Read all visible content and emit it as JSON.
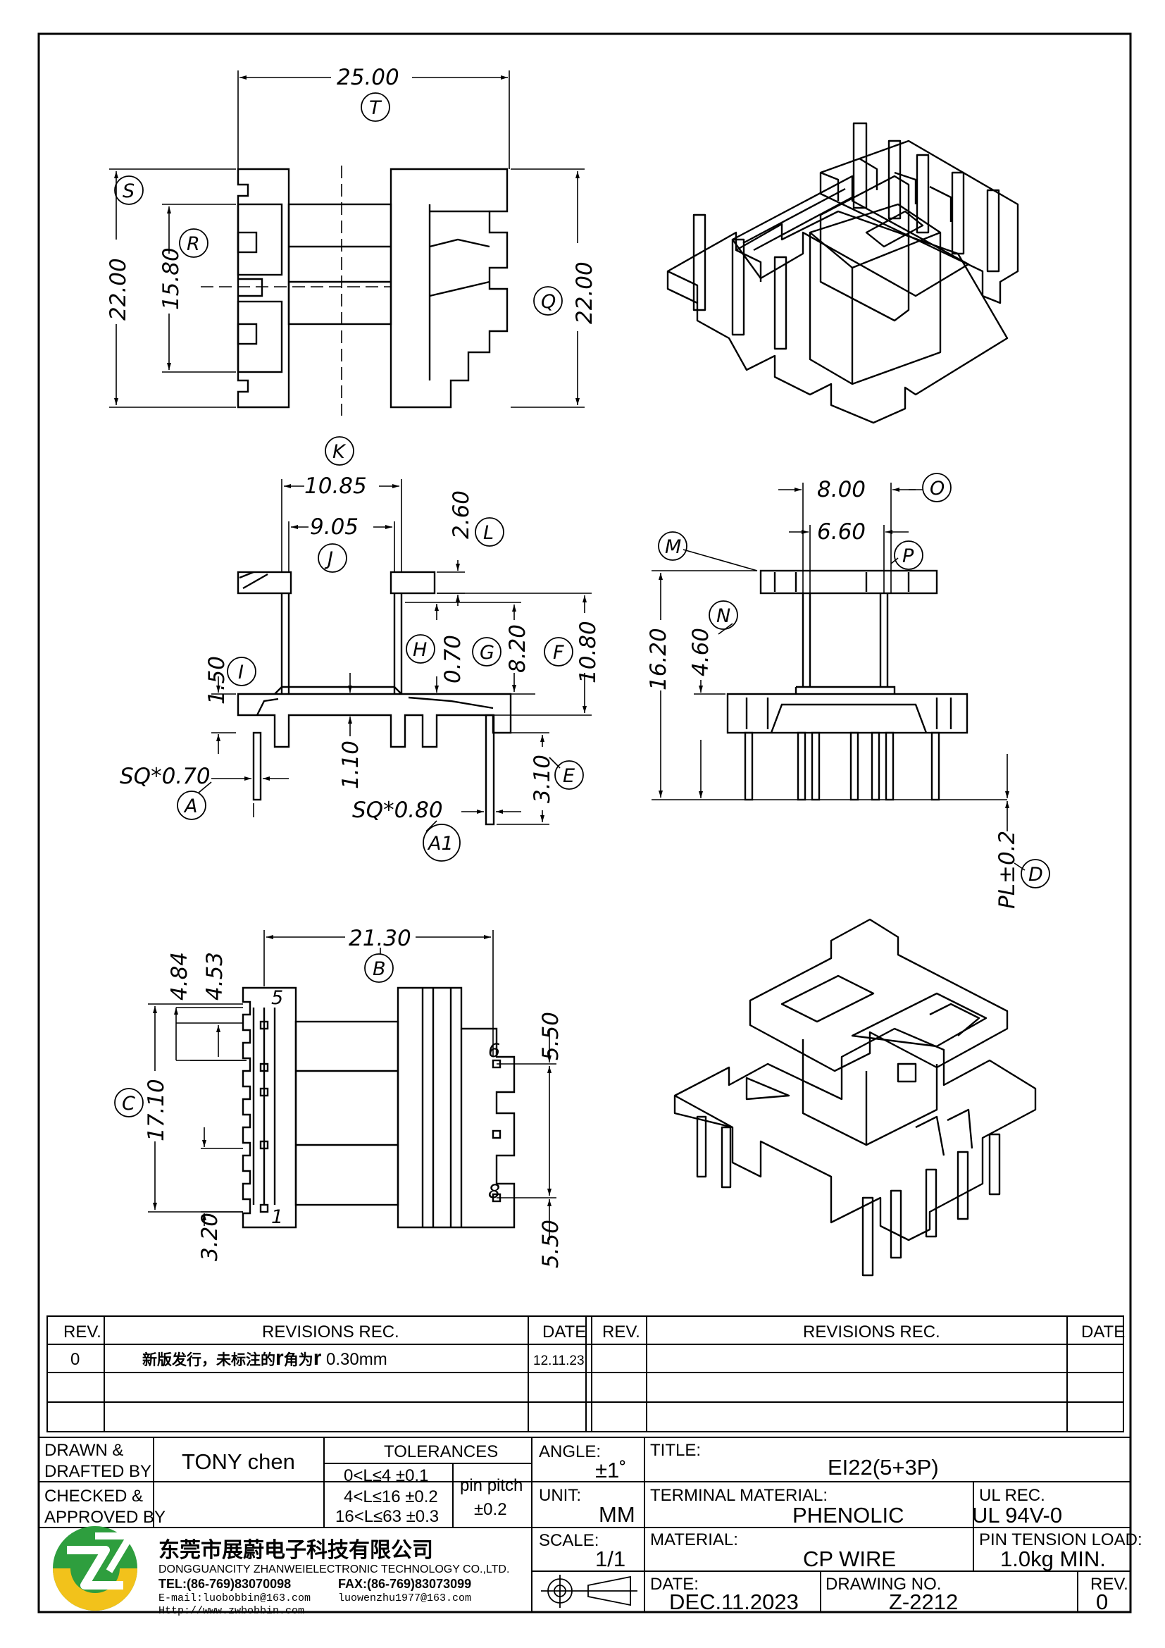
{
  "dimensions": {
    "top": {
      "T": "25.00",
      "S": "22.00",
      "R": "15.80",
      "Q": "22.00"
    },
    "front": {
      "K": "10.85",
      "J": "9.05",
      "L": "2.60",
      "H": "0.70",
      "G": "8.20",
      "F": "10.80",
      "I": "1.50",
      "mid": "1.10",
      "E": "3.10",
      "A": "SQ*0.70",
      "A1": "SQ*0.80"
    },
    "side": {
      "O": "8.00",
      "P": "6.60",
      "M": "16.20",
      "N": "4.60",
      "D": "PL±0.2"
    },
    "bottom": {
      "B": "21.30",
      "a": "4.84",
      "b": "4.53",
      "C": "17.10",
      "c": "3.20",
      "d1": "5.50",
      "d2": "5.50"
    }
  },
  "labels": [
    "T",
    "S",
    "R",
    "Q",
    "K",
    "L",
    "J",
    "H",
    "G",
    "F",
    "I",
    "A",
    "E",
    "A1",
    "O",
    "M",
    "P",
    "N",
    "D",
    "B",
    "C"
  ],
  "pins": {
    "p5": "5",
    "p6": "6",
    "p8": "8",
    "p1": "1"
  },
  "revisions": {
    "headers": {
      "rev": "REV.",
      "rec": "REVISIONS   REC.",
      "date": "DATE"
    },
    "rows": [
      {
        "rev": "0",
        "note_cn": "新版发行，未标注的",
        "r1": "r",
        "mid": "角为",
        "r2": "r",
        "value": " 0.30mm",
        "date": "12.11.23"
      }
    ]
  },
  "title_block": {
    "drawn_label": "DRAWN &",
    "drafted_label": "DRAFTED BY",
    "drawn_name": "TONY  chen",
    "checked_label": "CHECKED &",
    "approved_label": "APPROVED BY",
    "tolerances_label": "TOLERANCES",
    "tol1": "0<L≤4   ±0.1",
    "tol2": "4<L≤16  ±0.2",
    "tol3": "16<L≤63  ±0.3",
    "pin_pitch_label": "pin  pitch",
    "pin_pitch_value": "±0.2",
    "angle_label": "ANGLE:",
    "angle_value": "±1˚",
    "unit_label": "UNIT:",
    "unit_value": "MM",
    "scale_label": "SCALE:",
    "scale_value": "1/1",
    "title_label": "TITLE:",
    "title_value": "EI22(5+3P)",
    "terminal_label": "TERMINAL  MATERIAL:",
    "terminal_value": "PHENOLIC",
    "ul_label": "UL  REC.",
    "ul_value": "UL  94V-0",
    "material_label": "MATERIAL:",
    "material_value": "CP  WIRE",
    "pin_tension_label": "PIN  TENSION  LOAD:",
    "pin_tension_value": "1.0kg  MIN.",
    "date_label": "DATE:",
    "date_value": "DEC.11.2023",
    "drawing_no_label": "DRAWING  NO.",
    "drawing_no_value": "Z-2212",
    "rev_label": "REV.",
    "rev_value": "0"
  },
  "company": {
    "name_cn": "东莞市展蔚电子科技有限公司",
    "name_en": "DONGGUANCITY  ZHANWEIELECTRONIC  TECHNOLOGY  CO.,LTD.",
    "tel": "TEL:(86-769)83070098",
    "fax": "FAX:(86-769)83073099",
    "email": "E-mail:luobobbin@163.com",
    "email2": "luowenzhu1977@163.com",
    "web": "Http://www.zwbobbin.com"
  },
  "colors": {
    "logo_green": "#2e9e3e",
    "logo_yellow": "#f2c21b",
    "logo_orange": "#e8a317"
  }
}
